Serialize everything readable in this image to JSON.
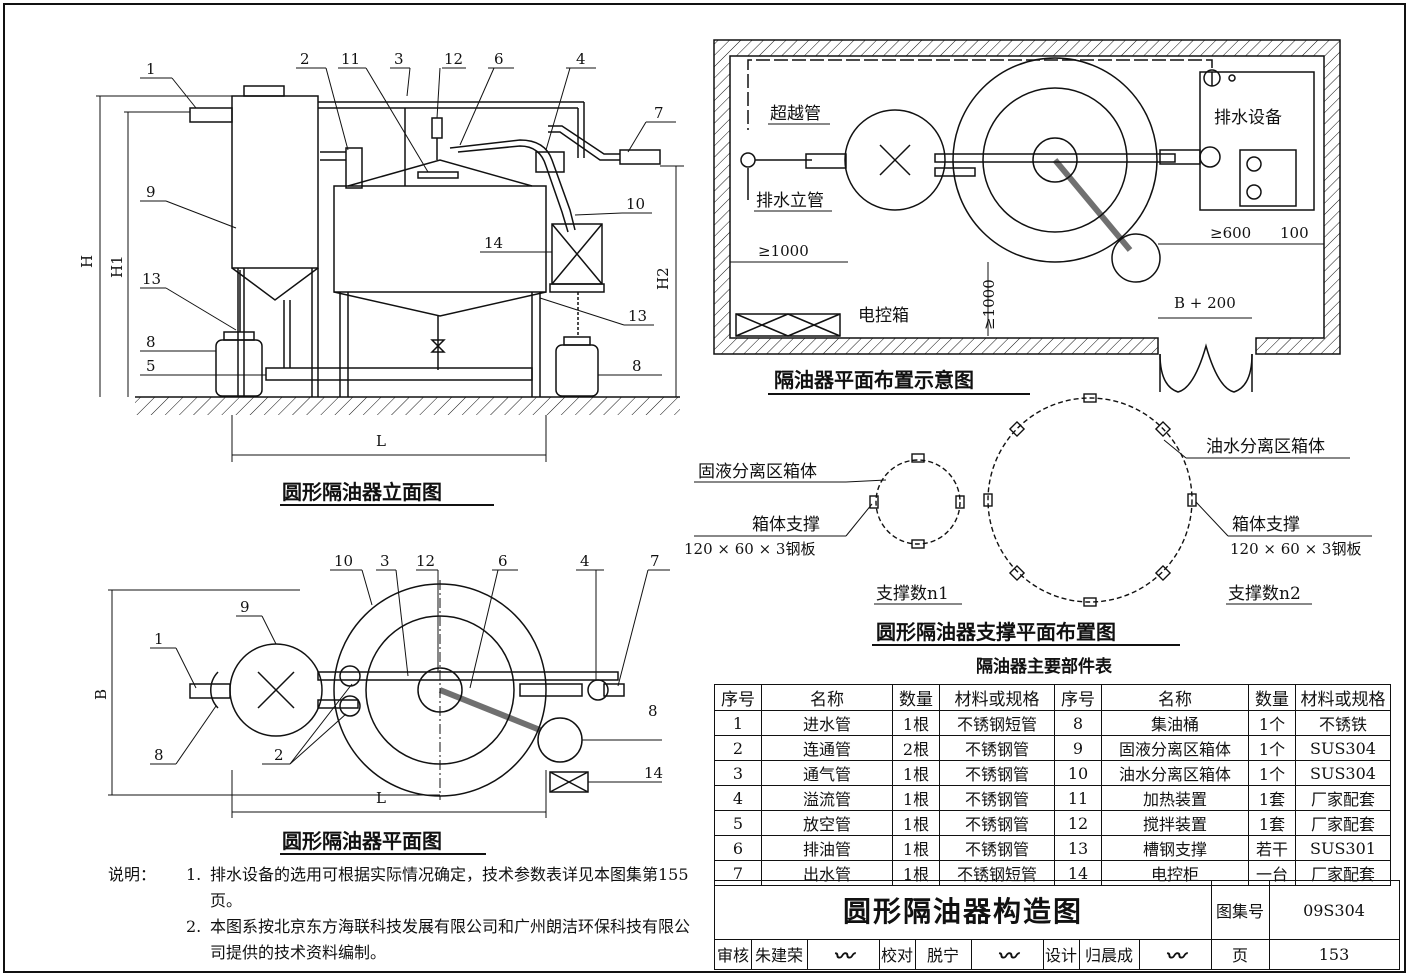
{
  "titles": {
    "elevation": "圆形隔油器立面图",
    "plan": "圆形隔油器平面图",
    "layout": "隔油器平面布置示意图",
    "support": "圆形隔油器支撑平面布置图",
    "table": "隔油器主要部件表",
    "drawing": "圆形隔油器构造图"
  },
  "elevation_labels": {
    "n1": "1",
    "n2": "2",
    "n11": "11",
    "n3": "3",
    "n12": "12",
    "n6": "6",
    "n4": "4",
    "n7": "7",
    "n9": "9",
    "n10": "10",
    "n14": "14",
    "n13a": "13",
    "n13b": "13",
    "n8a": "8",
    "n8b": "8",
    "n5": "5",
    "H": "H",
    "H1": "H1",
    "H2": "H2",
    "L": "L"
  },
  "plan_labels": {
    "n10": "10",
    "n3": "3",
    "n12": "12",
    "n6": "6",
    "n4": "4",
    "n7": "7",
    "n9": "9",
    "n1": "1",
    "n8a": "8",
    "n8b": "8",
    "n2": "2",
    "n14": "14",
    "B": "B",
    "L": "L"
  },
  "layout_labels": {
    "bypass": "超越管",
    "drain_riser": "排水立管",
    "drain_equipment": "排水设备",
    "control_box": "电控箱",
    "d1000a": "≥1000",
    "d1000b": "≥1000",
    "d600": "≥600",
    "d100": "100",
    "b200": "B + 200"
  },
  "support_labels": {
    "solid_liquid": "固液分离区箱体",
    "oil_water": "油水分离区箱体",
    "support_a": "箱体支撑",
    "plate_a": "120 × 60 × 3钢板",
    "support_b": "箱体支撑",
    "plate_b": "120 × 60 × 3钢板",
    "count1": "支撑数n1",
    "count2": "支撑数n2"
  },
  "parts_table": {
    "headers": [
      "序号",
      "名称",
      "数量",
      "材料或规格",
      "序号",
      "名称",
      "数量",
      "材料或规格"
    ],
    "rows": [
      [
        "1",
        "进水管",
        "1根",
        "不锈钢短管",
        "8",
        "集油桶",
        "1个",
        "不锈铁"
      ],
      [
        "2",
        "连通管",
        "2根",
        "不锈钢管",
        "9",
        "固液分离区箱体",
        "1个",
        "SUS304"
      ],
      [
        "3",
        "通气管",
        "1根",
        "不锈钢管",
        "10",
        "油水分离区箱体",
        "1个",
        "SUS304"
      ],
      [
        "4",
        "溢流管",
        "1根",
        "不锈钢管",
        "11",
        "加热装置",
        "1套",
        "厂家配套"
      ],
      [
        "5",
        "放空管",
        "1根",
        "不锈钢管",
        "12",
        "搅拌装置",
        "1套",
        "厂家配套"
      ],
      [
        "6",
        "排油管",
        "1根",
        "不锈钢管",
        "13",
        "槽钢支撑",
        "若干",
        "SUS301"
      ],
      [
        "7",
        "出水管",
        "1根",
        "不锈钢短管",
        "14",
        "电控柜",
        "一台",
        "厂家配套"
      ]
    ]
  },
  "notes": {
    "prefix": "说明：",
    "items": [
      {
        "num": "1.",
        "text": "排水设备的选用可根据实际情况确定，技术参数表详见本图集第155页。"
      },
      {
        "num": "2.",
        "text": "本图系按北京东方海联科技发展有限公司和广州朗洁环保科技有限公司提供的技术资料编制。"
      }
    ]
  },
  "title_block": {
    "atlas_label": "图集号",
    "atlas_no": "09S304",
    "review_label": "审核",
    "reviewer": "朱建荣",
    "check_label": "校对",
    "checker": "脱宁",
    "design_label": "设计",
    "designer": "归晨成",
    "page_label": "页",
    "page_no": "153"
  }
}
